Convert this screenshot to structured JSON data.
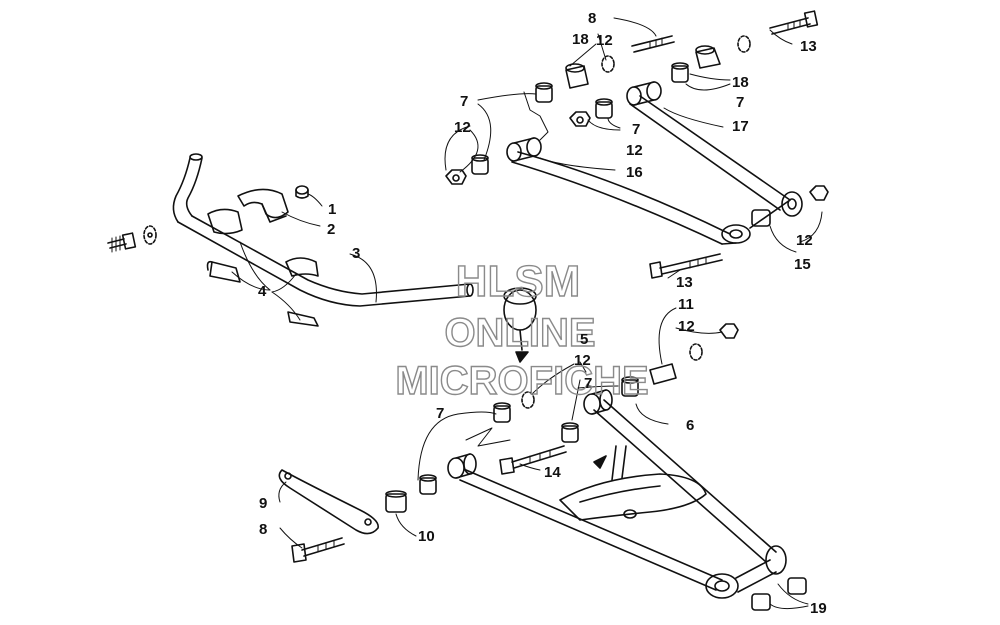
{
  "watermark": {
    "line1": "HLSM",
    "line2": "ONLINE",
    "line3": "MICROFICHE"
  },
  "callouts": [
    "1",
    "2",
    "3",
    "4",
    "5",
    "6",
    "7",
    "7",
    "7",
    "7",
    "7",
    "8",
    "8",
    "9",
    "10",
    "11",
    "12",
    "12",
    "12",
    "12",
    "12",
    "12",
    "13",
    "13",
    "14",
    "15",
    "16",
    "17",
    "18",
    "18",
    "19"
  ]
}
